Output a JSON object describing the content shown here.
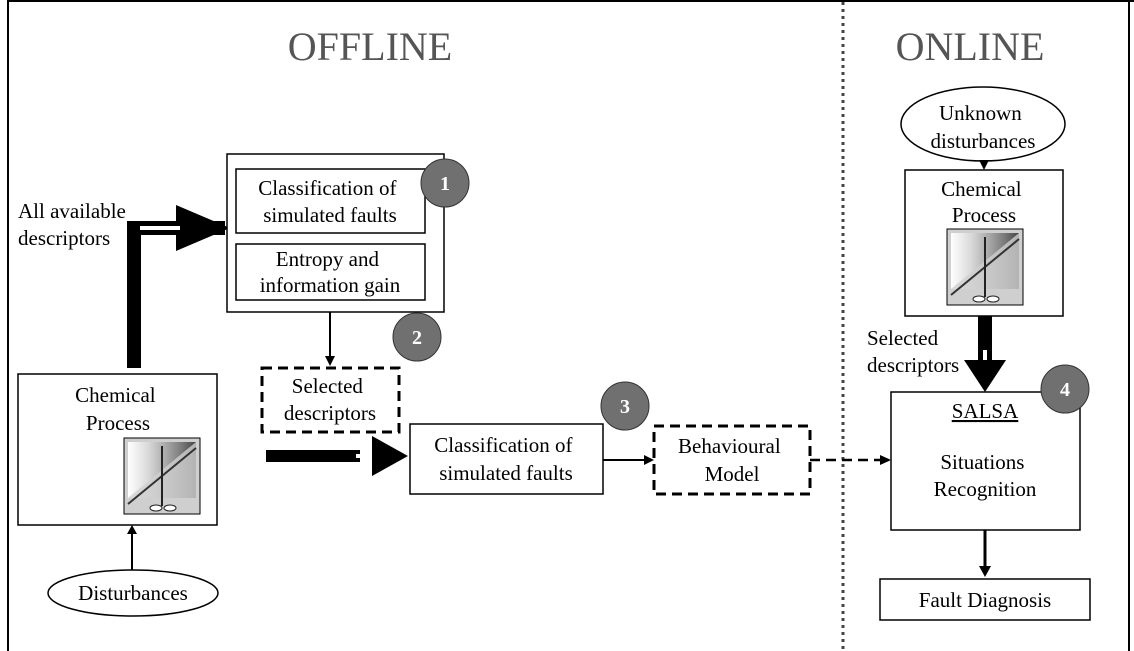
{
  "sections": {
    "offline": "OFFLINE",
    "online": "ONLINE"
  },
  "offline": {
    "all_descriptors": [
      "All available",
      "descriptors"
    ],
    "classification_box": [
      "Classification of",
      "simulated faults"
    ],
    "entropy_box": [
      "Entropy and",
      "information gain"
    ],
    "selected_descriptors": [
      "Selected",
      "descriptors"
    ],
    "classification_box2": [
      "Classification of",
      "simulated faults"
    ],
    "behavioural_model": [
      "Behavioural",
      "Model"
    ],
    "chemical_process": [
      "Chemical",
      "Process"
    ],
    "disturbances": "Disturbances"
  },
  "online": {
    "unknown_disturbances": [
      "Unknown",
      "disturbances"
    ],
    "chemical_process": [
      "Chemical",
      "Process"
    ],
    "selected_descriptors": [
      "Selected",
      "descriptors"
    ],
    "salsa_title": "SALSA",
    "situations": [
      "Situations",
      "Recognition"
    ],
    "fault_diagnosis": "Fault Diagnosis"
  },
  "steps": [
    "1",
    "2",
    "3",
    "4"
  ],
  "colors": {
    "step_badge": "#707070",
    "line": "#000000",
    "section_title": "#555555"
  }
}
